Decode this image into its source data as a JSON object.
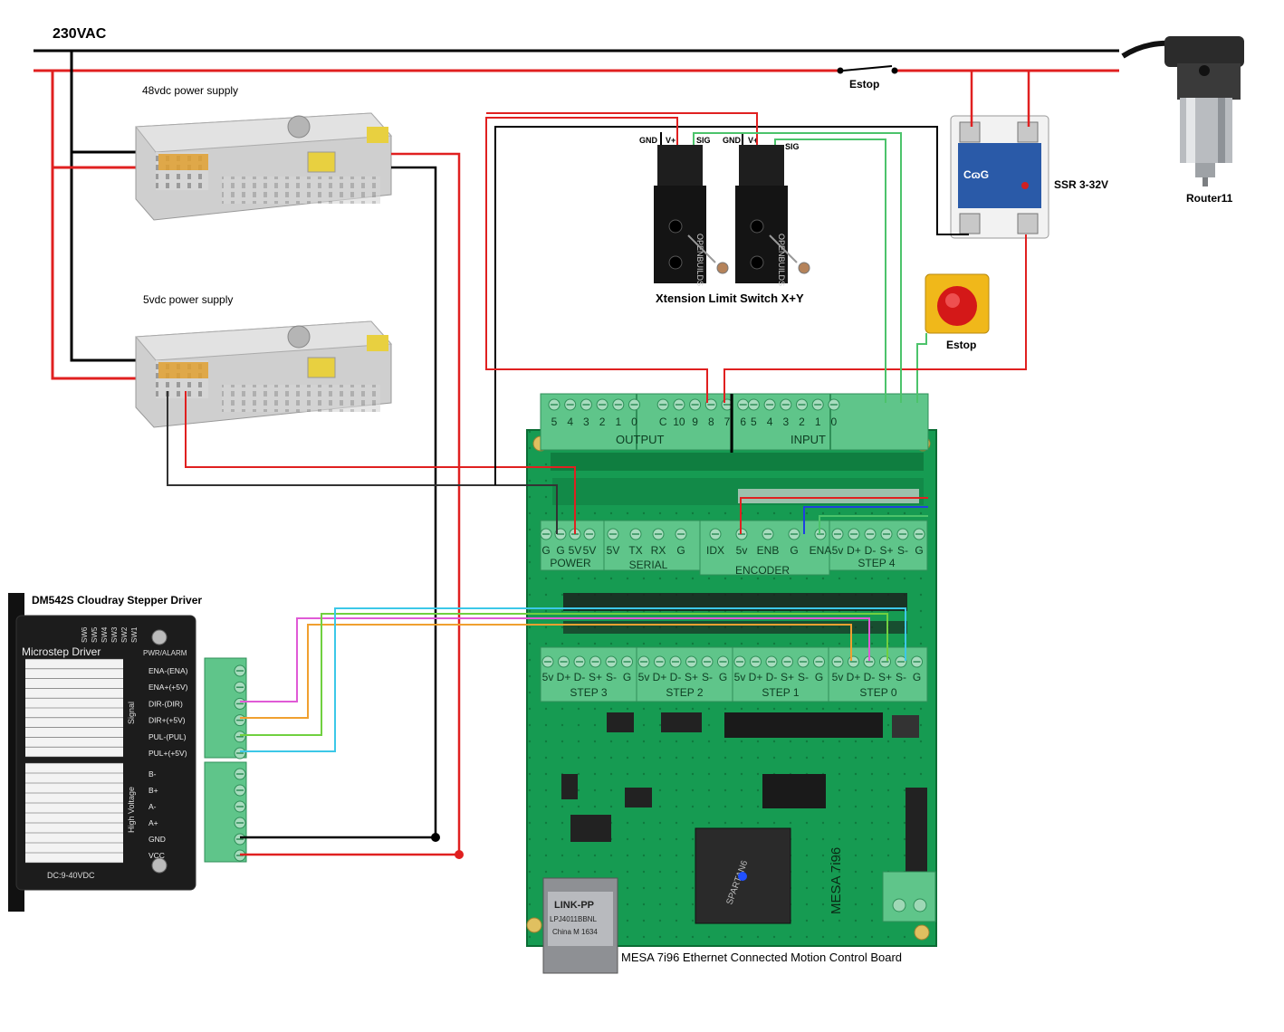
{
  "mains": {
    "label": "230VAC"
  },
  "psu48": {
    "label": "48vdc power supply"
  },
  "psu5": {
    "label": "5vdc power supply"
  },
  "estop_switch": {
    "label": "Estop"
  },
  "estop_button": {
    "label": "Estop"
  },
  "ssr": {
    "label": "SSR 3-32V",
    "brand": "CɷG"
  },
  "router": {
    "label": "Router11"
  },
  "limit_switches": {
    "caption": "Xtension Limit Switch X+Y",
    "left": {
      "gnd": "GND",
      "vplus": "V+",
      "sig": "SIG"
    },
    "right": {
      "gnd": "GND",
      "vplus": "V+",
      "sig": "SIG"
    },
    "body_text": "OPENBUILDS"
  },
  "driver": {
    "title": "DM542S Cloudray Stepper Driver",
    "body_title": "Microstep Driver",
    "pwr_label": "PWR/ALARM",
    "dc_label": "DC:9-40VDC",
    "signal_group": "Signal",
    "hv_group": "High Voltage",
    "sw_labels": [
      "SW6",
      "SW5",
      "SW4",
      "SW3",
      "SW2",
      "SW1"
    ],
    "terminals": [
      "ENA-(ENA)",
      "ENA+(+5V)",
      "DIR-(DIR)",
      "DIR+(+5V)",
      "PUL-(PUL)",
      "PUL+(+5V)",
      "B-",
      "B+",
      "A-",
      "A+",
      "GND",
      "VCC"
    ]
  },
  "board": {
    "caption": "MESA 7i96 Ethernet Connected Motion Control Board",
    "output_label": "OUTPUT",
    "input_label": "INPUT",
    "top_pins": [
      "5",
      "4",
      "3",
      "2",
      "1",
      "0",
      "C",
      "10",
      "9",
      "8",
      "7",
      "6",
      "5",
      "4",
      "3",
      "2",
      "1",
      "0"
    ],
    "power": {
      "label": "POWER",
      "pins": [
        "G",
        "G",
        "5V",
        "5V"
      ]
    },
    "serial": {
      "label": "SERIAL",
      "pins": [
        "5V",
        "TX",
        "RX",
        "G"
      ]
    },
    "encoder": {
      "label": "ENCODER",
      "pins": [
        "IDX",
        "5v",
        "ENB",
        "G",
        "ENA"
      ]
    },
    "step_pins": [
      "5v",
      "D+",
      "D-",
      "S+",
      "S-",
      "G"
    ],
    "step_labels": [
      "STEP 4",
      "STEP 3",
      "STEP 2",
      "STEP 1",
      "STEP 0"
    ],
    "fpga": "SPARTAN6",
    "ethernet": {
      "brand": "LINK-PP",
      "part": "LPJ4011BBNL",
      "origin": "China M 1634"
    },
    "logo": "MESA 7i96"
  },
  "colors": {
    "live": "#e02020",
    "neutral": "#000000",
    "board": "#159a50",
    "terminal": "#5fc58a",
    "psu": "#d4d4d4",
    "driver": "#1c1c1c",
    "sig_green": "#4cc36b",
    "sig_pink": "#e05ad6",
    "sig_orange": "#f0a030",
    "sig_cyan": "#3cc8e8",
    "sig_lime": "#70d040",
    "sig_blue": "#2040e0"
  }
}
